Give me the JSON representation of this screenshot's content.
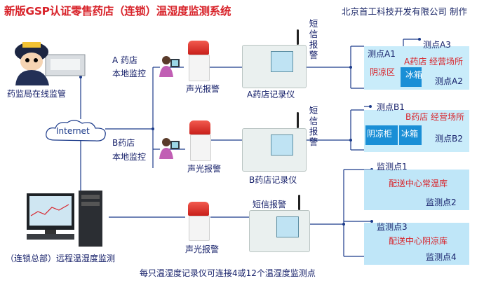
{
  "title": "新版GSP认证零售药店（连锁）温湿度监测系统",
  "credit": "北京首工科技开发有限公司 制作",
  "regulator": {
    "label": "药监局在线监管"
  },
  "internet": {
    "label": "Internet"
  },
  "hq": {
    "label": "（连锁总部）远程温湿度监测"
  },
  "footer": "每只温湿度记录仪可连接4或12个温湿度监测点",
  "store_a": {
    "local_line1": "A 药店",
    "local_line2": "本地监控",
    "alarm": "声光报警",
    "recorder": "A药店记录仪",
    "sms": "短信报警",
    "points": {
      "a1": "测点A1",
      "a2": "测点A2",
      "a3": "测点A3"
    },
    "site": "A药店  经营场所",
    "shade": "阴凉区",
    "fridge": "冰箱"
  },
  "store_b": {
    "local_line1": "B药店",
    "local_line2": "本地监控",
    "alarm": "声光报警",
    "recorder": "B药店记录仪",
    "sms": "短信报警",
    "points": {
      "b1": "测点B1",
      "b2": "测点B2"
    },
    "site": "B药店  经营场所",
    "shade": "阴凉柜",
    "fridge": "冰箱"
  },
  "center": {
    "alarm": "声光报警",
    "sms": "短信报警",
    "point1": "监测点1",
    "point2": "监测点2",
    "point3": "监测点3",
    "point4": "监测点4",
    "normal_warehouse": "配送中心常温库",
    "shade_warehouse": "配送中心阴凉库"
  },
  "colors": {
    "title": "#d8232a",
    "label": "#16206a",
    "zone": "#c9ecfa",
    "zone_dark": "#1a8fd6"
  }
}
